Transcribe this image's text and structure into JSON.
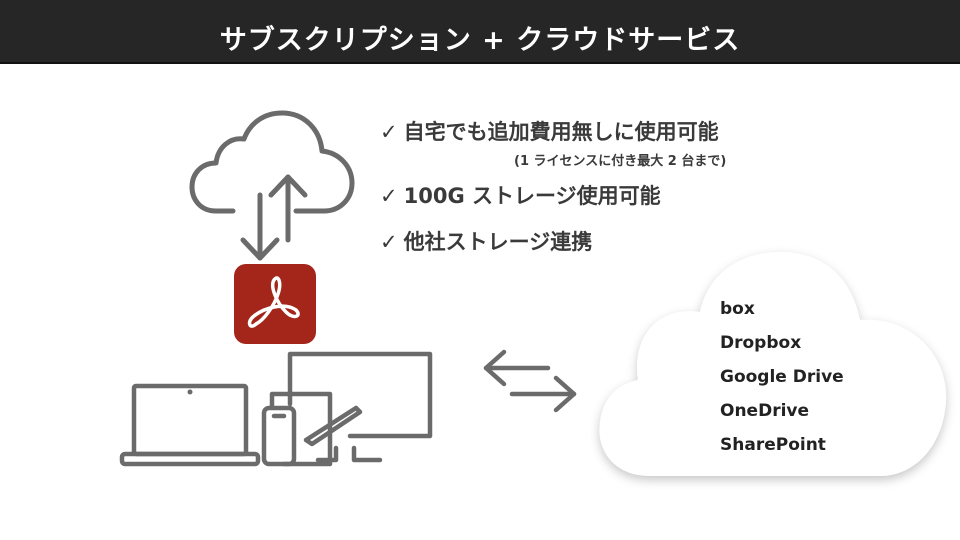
{
  "header": {
    "title": "サブスクリプション + クラウドサービス"
  },
  "features": [
    {
      "check": "✓",
      "text": "自宅でも追加費用無しに使用可能",
      "note": "(1 ライセンスに付き最大 2 台まで)"
    },
    {
      "check": "✓",
      "text": "100G ストレージ使用可能"
    },
    {
      "check": "✓",
      "text": "他社ストレージ連携"
    }
  ],
  "services": [
    "box",
    "Dropbox",
    "Google Drive",
    "OneDrive",
    "SharePoint"
  ],
  "icons": {
    "cloud_sync": "cloud-upload-download-icon",
    "acrobat": "adobe-acrobat-icon",
    "devices": "devices-icon",
    "exchange": "bidirectional-arrows-icon",
    "service_cloud": "cloud-icon"
  },
  "colors": {
    "header_bg": "#262626",
    "icon_gray": "#6b6b6b",
    "acrobat_red": "#a4261b",
    "text": "#3a3a3a"
  }
}
